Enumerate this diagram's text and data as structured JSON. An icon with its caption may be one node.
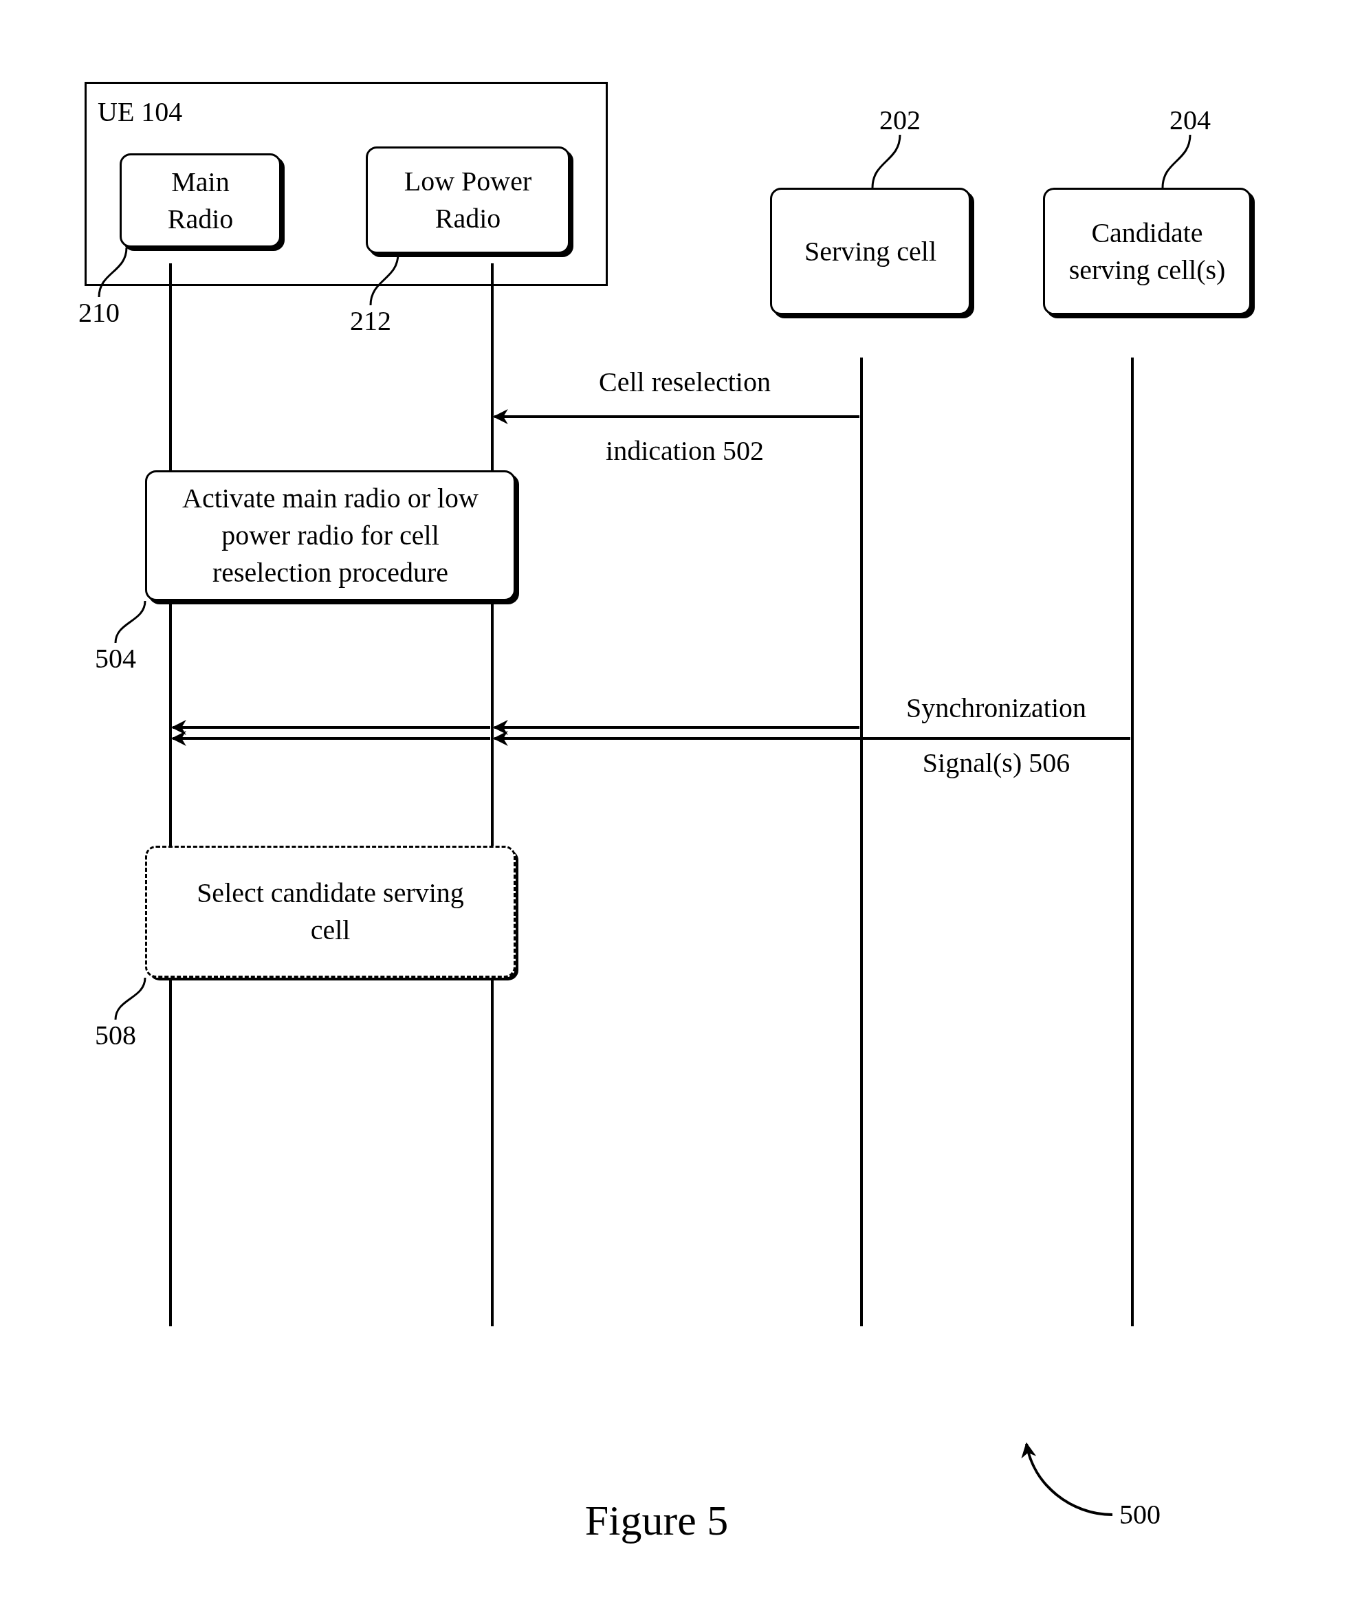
{
  "diagram": {
    "caption": "Figure 5",
    "nodes": [
      {
        "text": [
          "UE 104"
        ]
      },
      {
        "text": [
          "Main Radio"
        ],
        "in": 0
      },
      {
        "text": [
          "Low Power Radio"
        ],
        "in": 0
      },
      {
        "text": [
          "202"
        ]
      },
      {
        "text": [
          "Serving cell"
        ]
      },
      {
        "text": [
          "204"
        ]
      },
      {
        "text": [
          "Candidate serving cell(s)"
        ]
      },
      {
        "text": [
          "210"
        ]
      },
      {
        "text": [
          "212"
        ]
      },
      {
        "text": [
          "Activate main radio or low power radio for cell reselection procedure"
        ]
      },
      {
        "text": [
          "504"
        ]
      },
      {
        "text": [
          "Select candidate serving cell"
        ]
      },
      {
        "text": [
          "508"
        ]
      },
      {
        "text": [
          "500"
        ]
      },
      {
        "text": [],
        "shape": "line"
      },
      {
        "text": [],
        "shape": "line"
      },
      {
        "text": [],
        "shape": "line"
      },
      {
        "text": [],
        "shape": "line"
      }
    ],
    "edges": [
      {
        "from": 3,
        "to": 4,
        "arrow": "none"
      },
      {
        "from": 5,
        "to": 6,
        "arrow": "none"
      },
      {
        "from": 7,
        "to": 1,
        "arrow": "none"
      },
      {
        "from": 8,
        "to": 2,
        "arrow": "none"
      },
      {
        "from": 16,
        "to": 15,
        "arrow": "to",
        "label": "Cell reselection indication 502"
      },
      {
        "from": 10,
        "to": 9,
        "arrow": "none"
      },
      {
        "from": 16,
        "to": 15,
        "arrow": "to"
      },
      {
        "from": 15,
        "to": 14,
        "arrow": "to"
      },
      {
        "from": 17,
        "to": 15,
        "arrow": "to",
        "label": "Synchronization Signal(s) 506"
      },
      {
        "from": 15,
        "to": 14,
        "arrow": "to"
      },
      {
        "from": 12,
        "to": 11,
        "arrow": "none"
      },
      {
        "from": 13,
        "to": null,
        "arrow": "to"
      }
    ]
  }
}
